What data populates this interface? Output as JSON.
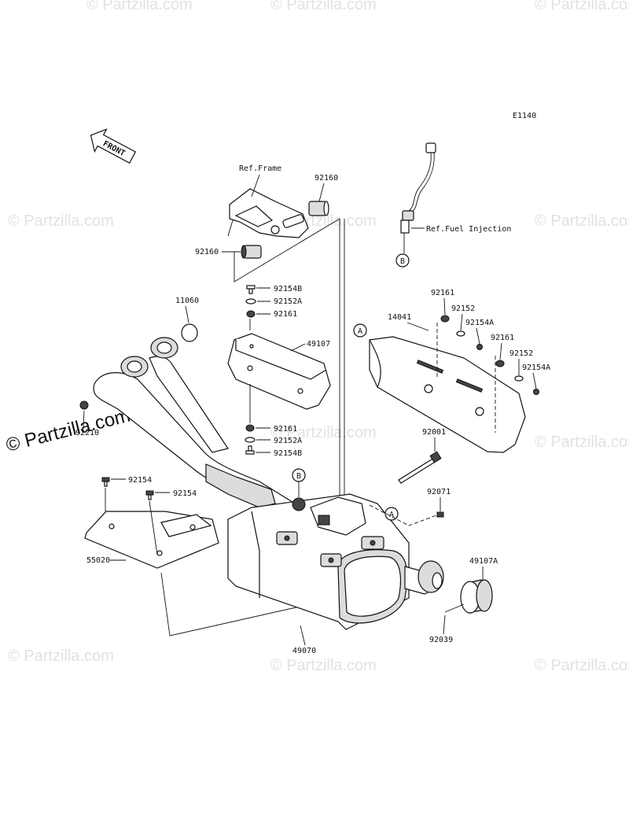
{
  "diagram_code": "E1140",
  "front_arrow_label": "FRONT",
  "watermark_text": "© Partzilla.com",
  "circle_markers": {
    "a": "A",
    "b": "B"
  },
  "refs": {
    "frame": "Ref.Frame",
    "fuel_injection": "Ref.Fuel Injection"
  },
  "parts": {
    "p92160_upper": "92160",
    "p92160_lower": "92160",
    "p11060": "11060",
    "p92154B_top": "92154B",
    "p92152A_top": "92152A",
    "p92161_top": "92161",
    "p49107": "49107",
    "p92210": "92210",
    "p92161_bot": "92161",
    "p92152A_bot": "92152A",
    "p92154B_bot": "92154B",
    "p92154_a": "92154",
    "p92154_b": "92154",
    "p55020": "55020",
    "p49070": "49070",
    "p92039": "92039",
    "p49107A": "49107A",
    "p92071": "92071",
    "p92001": "92001",
    "p14041": "14041",
    "p92161_r1": "92161",
    "p92152_r1": "92152",
    "p92154A_r1": "92154A",
    "p92161_r2": "92161",
    "p92152_r2": "92152",
    "p92154A_r2": "92154A"
  }
}
